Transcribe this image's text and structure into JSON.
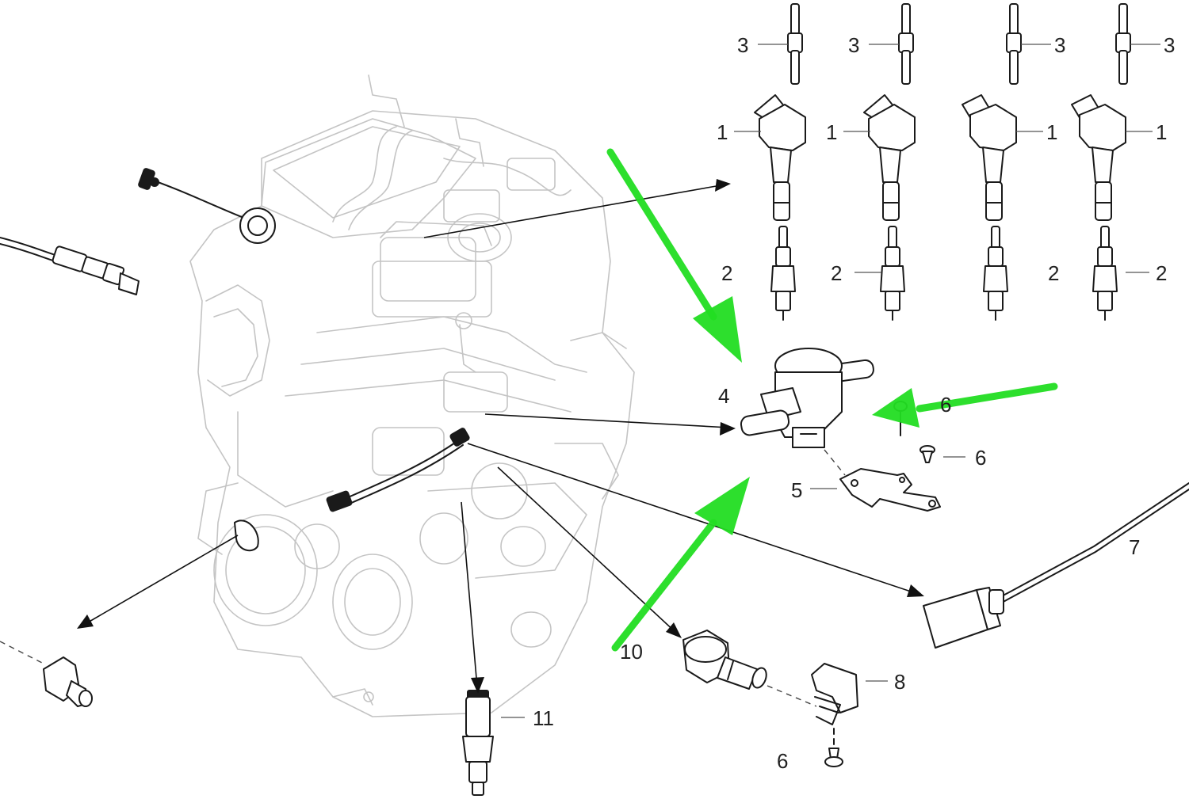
{
  "diagram": {
    "part_labels": [
      {
        "id": "coil-1a",
        "text": "1"
      },
      {
        "id": "coil-1b",
        "text": "1"
      },
      {
        "id": "coil-1c",
        "text": "1"
      },
      {
        "id": "coil-1d",
        "text": "1"
      },
      {
        "id": "plug-2a",
        "text": "2"
      },
      {
        "id": "plug-2b",
        "text": "2"
      },
      {
        "id": "plug-2c",
        "text": "2"
      },
      {
        "id": "plug-2d",
        "text": "2"
      },
      {
        "id": "stud-3a",
        "text": "3"
      },
      {
        "id": "stud-3b",
        "text": "3"
      },
      {
        "id": "stud-3c",
        "text": "3"
      },
      {
        "id": "stud-3d",
        "text": "3"
      },
      {
        "id": "valve-4",
        "text": "4"
      },
      {
        "id": "bracket-5",
        "text": "5"
      },
      {
        "id": "bolt-6a",
        "text": "6"
      },
      {
        "id": "bolt-6b",
        "text": "6"
      },
      {
        "id": "bolt-6c",
        "text": "6"
      },
      {
        "id": "sensor-7",
        "text": "7"
      },
      {
        "id": "clip-8",
        "text": "8"
      },
      {
        "id": "sensor-10",
        "text": "10"
      },
      {
        "id": "sensor-11",
        "text": "11"
      }
    ],
    "highlight_color": "#22dd22",
    "line_color": "#1a1a1a",
    "engine_outline_color": "#c4c4c4"
  }
}
